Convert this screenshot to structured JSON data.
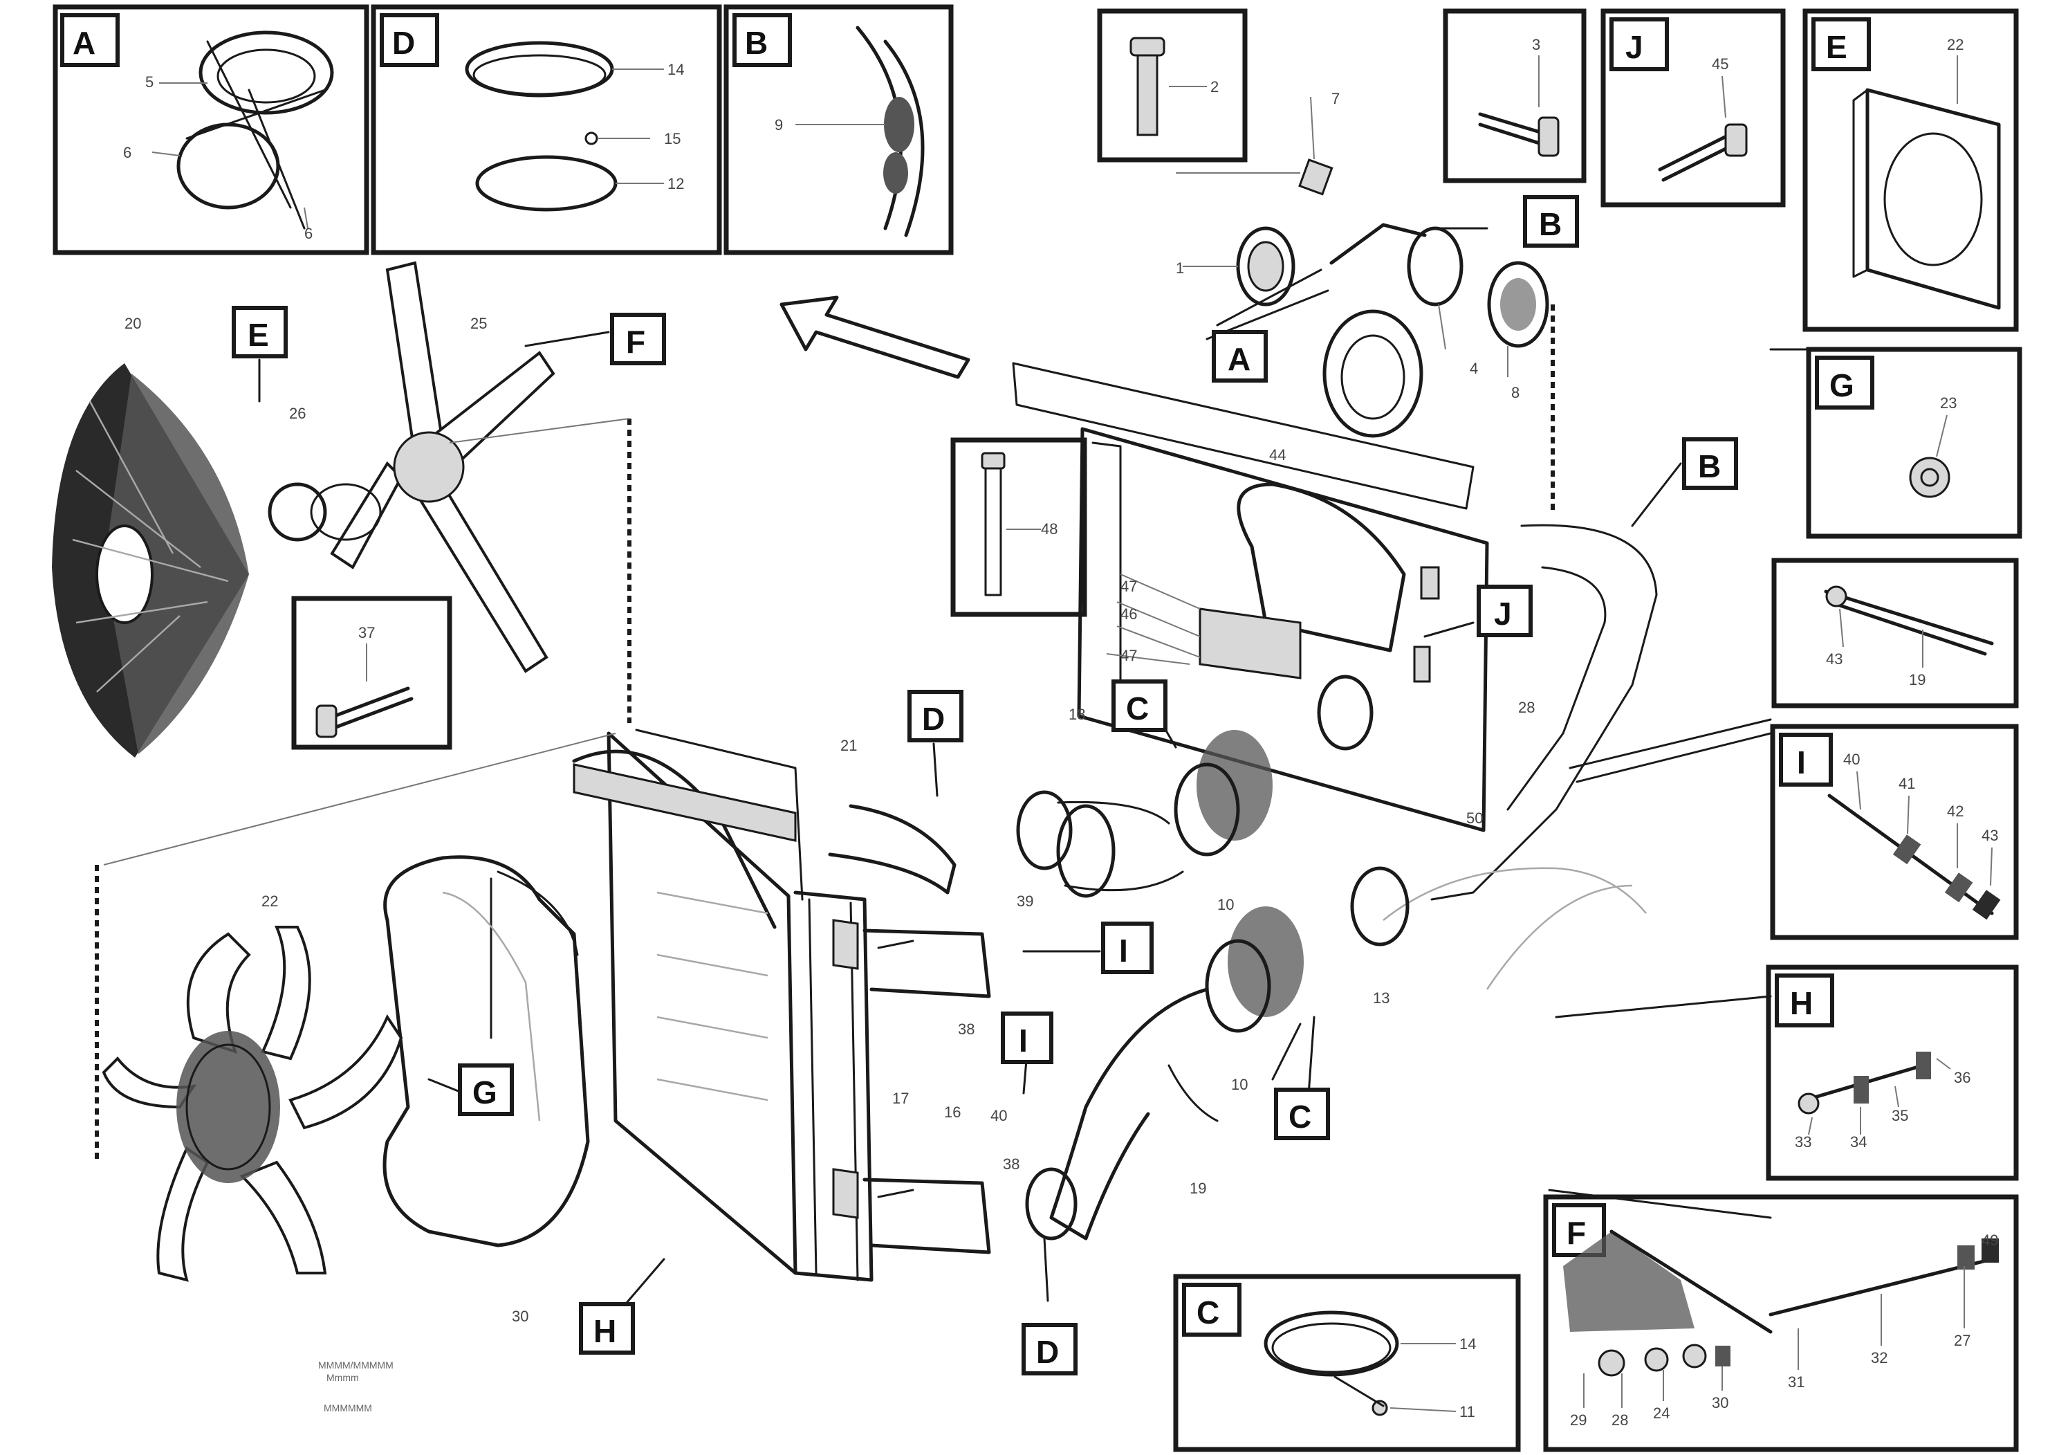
{
  "detail_boxes": {
    "A": {
      "letter": "A",
      "parts": [
        "5",
        "6",
        "6"
      ]
    },
    "D": {
      "letter": "D",
      "parts": [
        "14",
        "15",
        "12"
      ]
    },
    "B_top": {
      "letter": "B",
      "parts": [
        "9"
      ]
    },
    "screw_2": {
      "parts": [
        "2"
      ]
    },
    "bolt_3": {
      "parts": [
        "3"
      ]
    },
    "J": {
      "letter": "J",
      "parts": [
        "45"
      ]
    },
    "E": {
      "letter": "E",
      "parts": [
        "22"
      ]
    },
    "G": {
      "letter": "G",
      "parts": [
        "23"
      ]
    },
    "rod_48": {
      "parts": [
        "48"
      ]
    },
    "bracket": {
      "parts": [
        "43",
        "19"
      ]
    },
    "I": {
      "letter": "I",
      "parts": [
        "40",
        "41",
        "42",
        "43"
      ]
    },
    "H": {
      "letter": "H",
      "parts": [
        "33",
        "34",
        "35",
        "36"
      ]
    },
    "F": {
      "letter": "F",
      "parts": [
        "29",
        "28",
        "24",
        "30",
        "31",
        "32",
        "27",
        "49"
      ]
    },
    "C": {
      "letter": "C",
      "parts": [
        "14",
        "11"
      ]
    },
    "bolt_37": {
      "parts": [
        "37"
      ]
    }
  },
  "callouts": {
    "E": "E",
    "F": "F",
    "A": "A",
    "B1": "B",
    "B2": "B",
    "J": "J",
    "D1": "D",
    "D2": "D",
    "C1": "C",
    "C2": "C",
    "I1": "I",
    "I2": "I",
    "G": "G",
    "H": "H"
  },
  "part_numbers": {
    "n20": "20",
    "n25": "25",
    "n26": "26",
    "n7": "7",
    "n1": "1",
    "n4": "4",
    "n8": "8",
    "n44": "44",
    "n47": "47",
    "n46": "46",
    "n18": "18",
    "n21": "21",
    "n10": "10",
    "n13": "13",
    "n39": "39",
    "n38": "38",
    "n17": "17",
    "n10b": "10",
    "n22": "22",
    "n30": "30",
    "n40": "40",
    "n50": "50",
    "n16": "16",
    "n38b": "38",
    "n19": "19",
    "n28": "28"
  },
  "footer": {
    "line1": "MMMM/MMMMM",
    "line2": "Mmmm",
    "line3": "MMMMMM"
  }
}
